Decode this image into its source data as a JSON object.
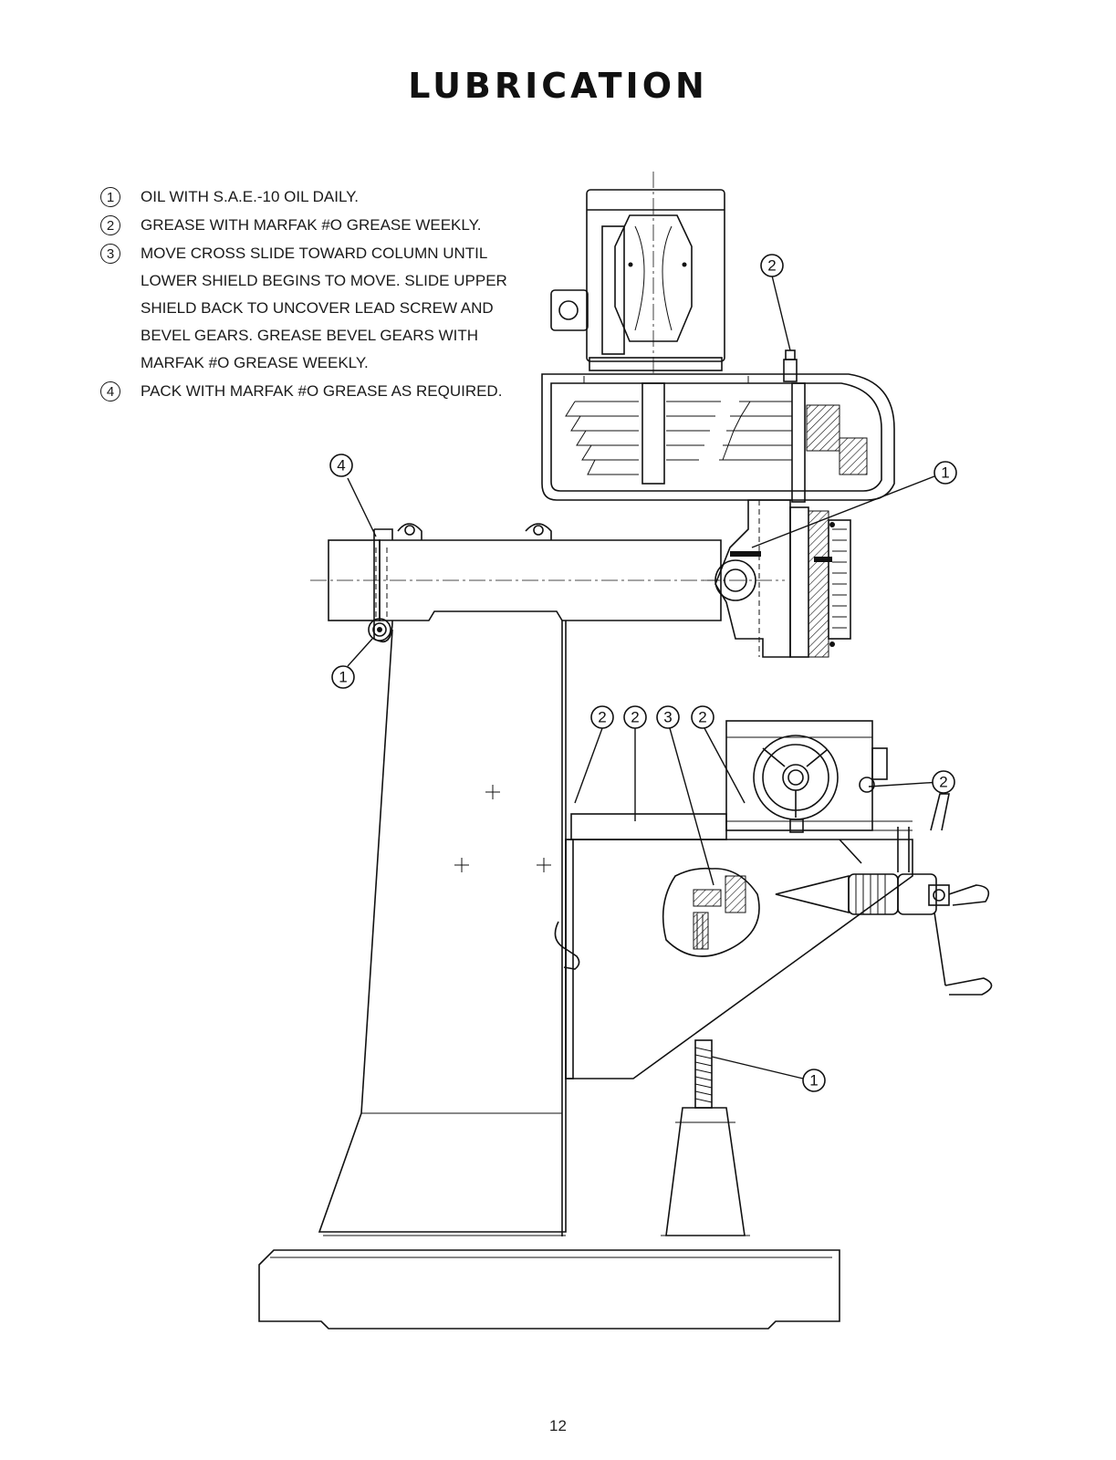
{
  "title": "LUBRICATION",
  "notes": [
    {
      "number": "1",
      "text": "OIL WITH S.A.E.-10 OIL DAILY."
    },
    {
      "number": "2",
      "text": "GREASE WITH MARFAK #O GREASE WEEKLY."
    },
    {
      "number": "3",
      "text": "MOVE CROSS SLIDE TOWARD COLUMN UNTIL LOWER SHIELD BEGINS TO MOVE. SLIDE UPPER SHIELD BACK TO UNCOVER LEAD SCREW AND BEVEL GEARS. GREASE BEVEL GEARS WITH MARFAK #O GREASE WEEKLY."
    },
    {
      "number": "4",
      "text": "PACK WITH MARFAK #O GREASE AS REQUIRED."
    }
  ],
  "callouts": [
    {
      "label": "2",
      "target": "belt-housing-grease-fitting"
    },
    {
      "label": "1",
      "target": "quill-housing-oil-point"
    },
    {
      "label": "4",
      "target": "ram-clamp"
    },
    {
      "label": "1",
      "target": "ram-oil-cup"
    },
    {
      "label": "2",
      "target": "column-ways"
    },
    {
      "label": "2",
      "target": "knee-ways"
    },
    {
      "label": "3",
      "target": "bevel-gears"
    },
    {
      "label": "2",
      "target": "saddle"
    },
    {
      "label": "2",
      "target": "table-gib"
    },
    {
      "label": "1",
      "target": "elevating-screw"
    }
  ],
  "page_number": "12"
}
